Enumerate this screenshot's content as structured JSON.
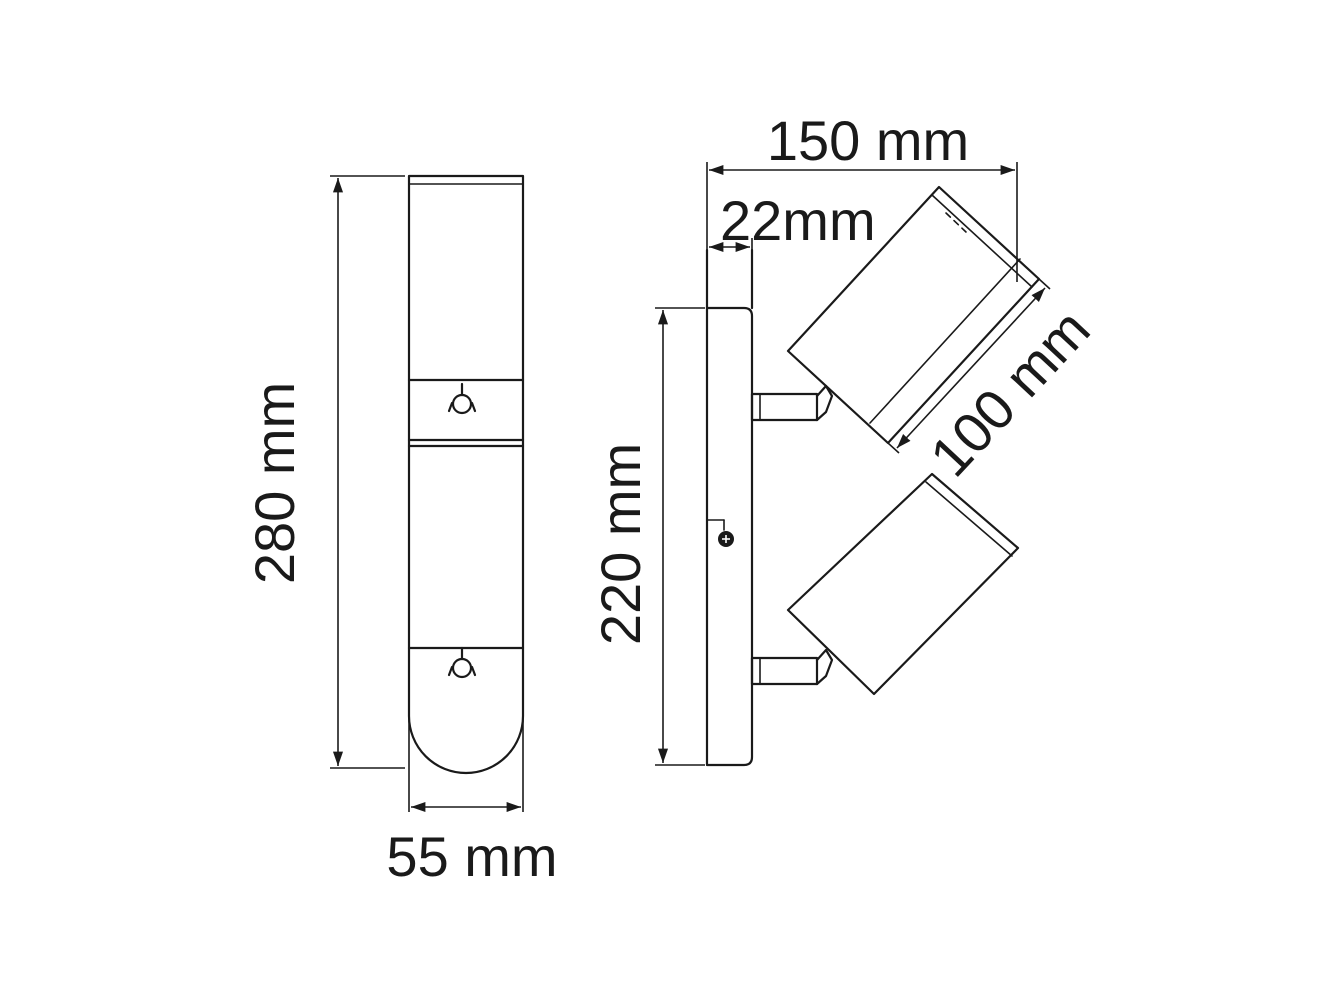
{
  "dimensions": {
    "height_front": "280 mm",
    "width_front": "55 mm",
    "width_side": "150 mm",
    "depth_plate": "22mm",
    "height_plate": "220 mm",
    "head_length": "100 mm"
  },
  "colors": {
    "line": "#1a1a1a",
    "background": "#ffffff"
  }
}
